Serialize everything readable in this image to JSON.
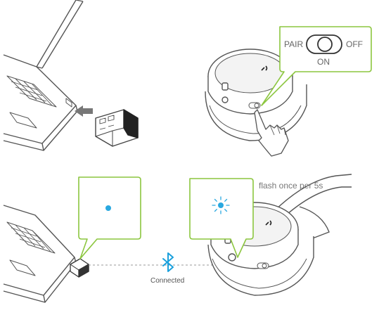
{
  "switch": {
    "left_label": "PAIR",
    "right_label": "OFF",
    "bottom_label": "ON"
  },
  "indicator_caption": "flash once per 5s",
  "connection_label": "Connected",
  "colors": {
    "callout_border": "#8cc63f",
    "led_blue": "#29a8e0",
    "bluetooth_blue": "#1aa0dc",
    "line_gray": "#555555"
  },
  "icons": [
    "laptop-icon",
    "usb-dongle-icon",
    "arrow-left-icon",
    "headphone-earcup-icon",
    "hand-pointer-icon",
    "bluetooth-icon",
    "led-flash-icon"
  ]
}
